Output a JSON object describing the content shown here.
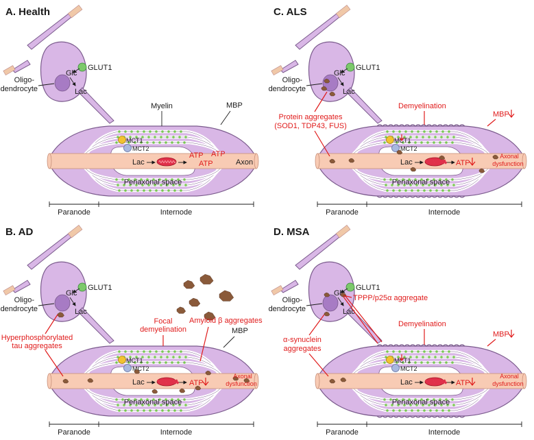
{
  "panels": [
    {
      "id": "A",
      "title": "A. Health",
      "myelin_label": "Myelin",
      "mbp_label": "MBP",
      "atp": [
        "ATP",
        "ATP",
        "ATP"
      ],
      "axon_label": "Axon"
    },
    {
      "id": "B",
      "title": "B. AD",
      "focal": [
        "Focal",
        "demyelination"
      ],
      "amyloid": "Amyloid β aggregates",
      "tau": [
        "Hyperphosphorylated",
        "tau aggregates"
      ],
      "mbp_label": "MBP",
      "atp": "ATP",
      "axonal": [
        "Axonal",
        "dysfunction"
      ]
    },
    {
      "id": "C",
      "title": "C. ALS",
      "demyelination": "Demyelination",
      "mbp_label": "MBP",
      "protein": [
        "Protein aggregates",
        "(SOD1, TDP43, FUS)"
      ],
      "atp": "ATP",
      "axonal": [
        "Axonal",
        "dysfunction"
      ]
    },
    {
      "id": "D",
      "title": "D. MSA",
      "demyelination": "Demyelination",
      "mbp_label": "MBP",
      "tppp": "TPPP/p25α aggregate",
      "syn": [
        "α-synuclein",
        "aggregates"
      ],
      "atp": "ATP",
      "axonal": [
        "Axonal",
        "dysfunction"
      ]
    }
  ],
  "common": {
    "oligo": [
      "Oligo-",
      "dendrocyte"
    ],
    "glc": "Glc",
    "lac": "Lac",
    "glut1": "GLUT1",
    "mct1": "MCT1",
    "mct2": "MCT2",
    "periaxonal": "Periaxonal space",
    "paranode": "Paranode",
    "internode": "Internode"
  },
  "colors": {
    "myelin": "#d9b7e6",
    "outline": "#7a5a8c",
    "axon": "#f8cbb4",
    "mito": "#e0304a",
    "aggregate": "#8a5a3a",
    "mbp_dot": "#78c850",
    "glut1": "#7cc96b",
    "mct1": "#f2c230",
    "mct2": "#a8b8e0",
    "annotation": "#e01b1b"
  }
}
